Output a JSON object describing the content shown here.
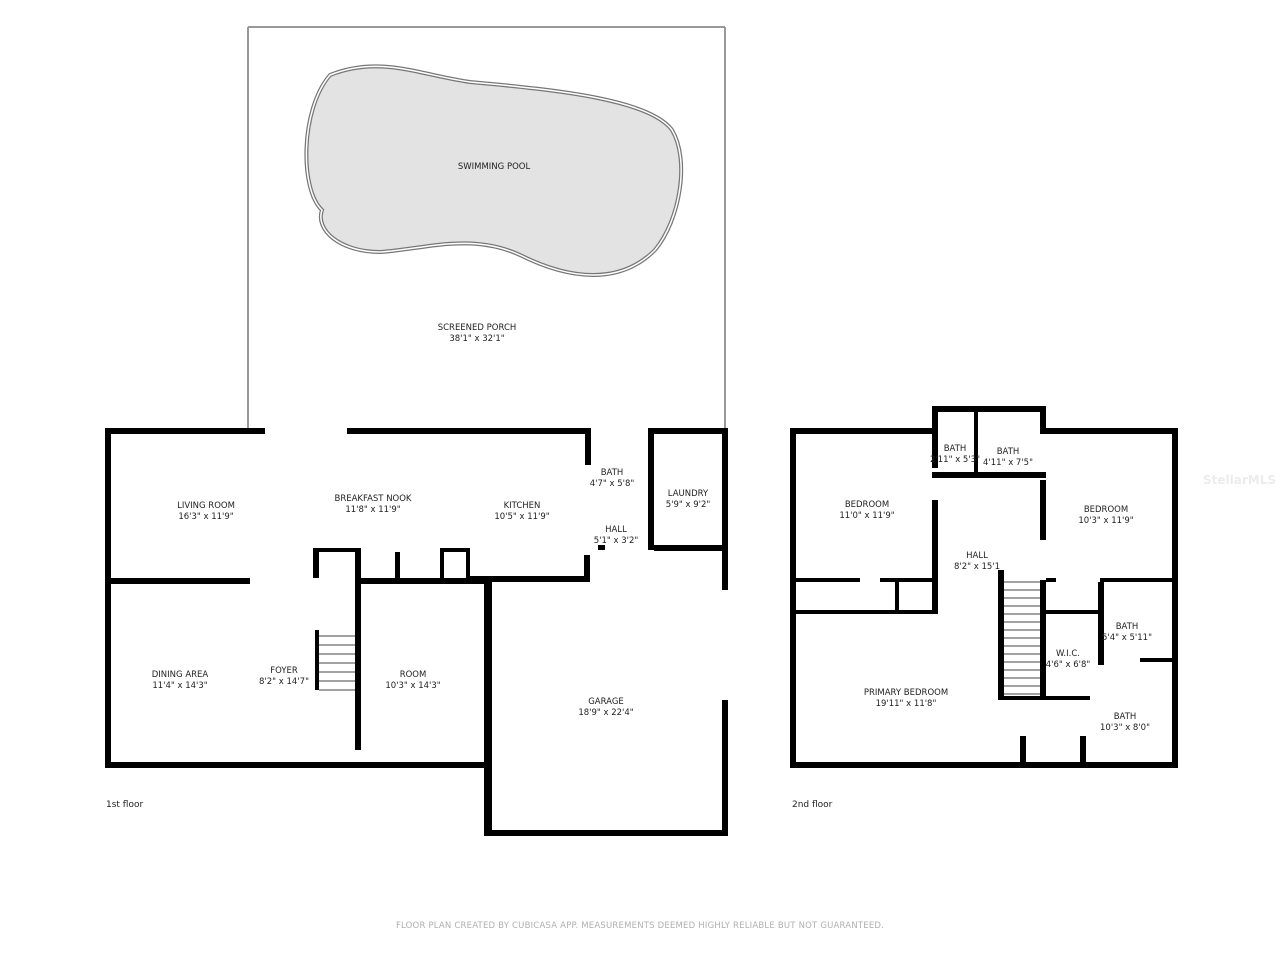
{
  "first_floor": {
    "label": "1st floor",
    "rooms": [
      {
        "name": "SWIMMING POOL",
        "size": ""
      },
      {
        "name": "SCREENED PORCH",
        "size": "38'1\" x 32'1\""
      },
      {
        "name": "LIVING ROOM",
        "size": "16'3\" x 11'9\""
      },
      {
        "name": "BREAKFAST NOOK",
        "size": "11'8\" x 11'9\""
      },
      {
        "name": "KITCHEN",
        "size": "10'5\" x 11'9\""
      },
      {
        "name": "BATH",
        "size": "4'7\" x 5'8\""
      },
      {
        "name": "LAUNDRY",
        "size": "5'9\" x 9'2\""
      },
      {
        "name": "HALL",
        "size": "5'1\" x 3'2\""
      },
      {
        "name": "DINING AREA",
        "size": "11'4\" x 14'3\""
      },
      {
        "name": "FOYER",
        "size": "8'2\" x 14'7\""
      },
      {
        "name": "ROOM",
        "size": "10'3\" x 14'3\""
      },
      {
        "name": "GARAGE",
        "size": "18'9\" x 22'4\""
      }
    ]
  },
  "second_floor": {
    "label": "2nd floor",
    "rooms": [
      {
        "name": "BEDROOM",
        "size": "11'0\" x 11'9\""
      },
      {
        "name": "BATH",
        "size": "2'11\" x 5'3\""
      },
      {
        "name": "BATH",
        "size": "4'11\" x 7'5\""
      },
      {
        "name": "BEDROOM",
        "size": "10'3\" x 11'9\""
      },
      {
        "name": "HALL",
        "size": "8'2\" x 15'1"
      },
      {
        "name": "BATH",
        "size": "5'4\" x 5'11\""
      },
      {
        "name": "W.I.C.",
        "size": "4'6\" x 6'8\""
      },
      {
        "name": "PRIMARY BEDROOM",
        "size": "19'11\" x 11'8\""
      },
      {
        "name": "BATH",
        "size": "10'3\" x 8'0\""
      }
    ]
  },
  "footer": "FLOOR PLAN CREATED BY CUBICASA APP. MEASUREMENTS DEEMED HIGHLY RELIABLE BUT NOT GUARANTEED.",
  "watermark": "StellarMLS",
  "colors": {
    "wall": "#000000",
    "pool_fill": "#e3e3e3",
    "footer_text": "#b0b0b0"
  }
}
